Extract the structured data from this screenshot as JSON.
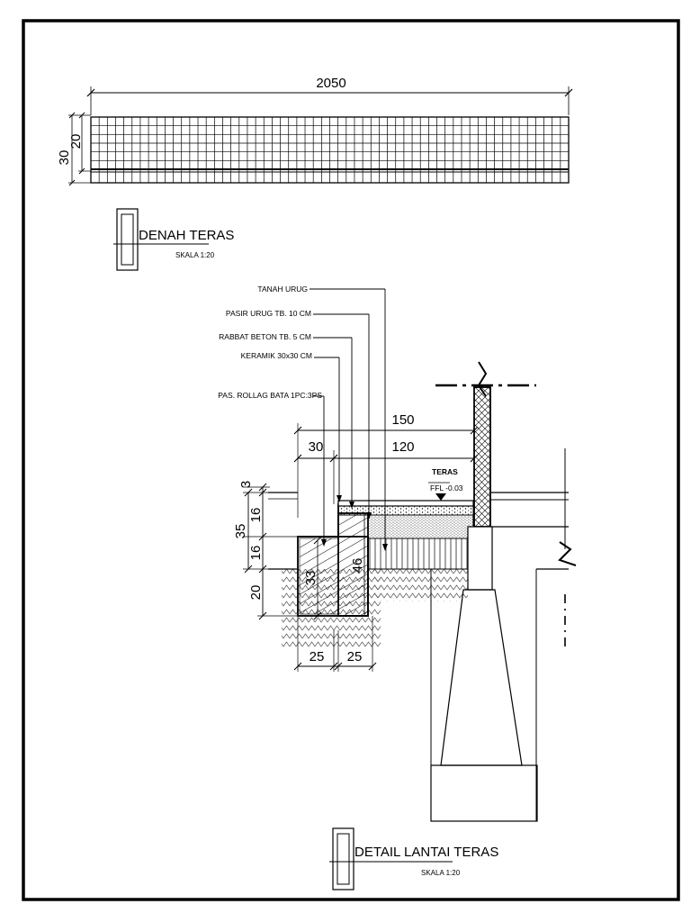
{
  "plan": {
    "overall_length": "2050",
    "dim_height_outer": "30",
    "dim_height_inner": "20",
    "title": "DENAH TERAS",
    "scale": "SKALA 1:20"
  },
  "detail": {
    "title": "DETAIL LANTAI TERAS",
    "scale": "SKALA 1:20",
    "callouts": [
      "TANAH URUG",
      "PASIR URUG TB. 10 CM",
      "RABBAT BETON TB. 5 CM",
      "KERAMIK 30x30 CM",
      "PAS. ROLLAG BATA 1PC:3PS"
    ],
    "level_name": "TERAS",
    "level_value": "FFL -0.03",
    "dims": {
      "top_total": "150",
      "top_left": "30",
      "top_right": "120",
      "left_3": "3",
      "left_16a": "16",
      "left_35": "35",
      "left_16b": "16",
      "left_20": "20",
      "inner_33": "33",
      "inner_46": "46",
      "bottom_25a": "25",
      "bottom_25b": "25"
    }
  },
  "colors": {
    "line": "#000000",
    "paper": "#ffffff"
  }
}
